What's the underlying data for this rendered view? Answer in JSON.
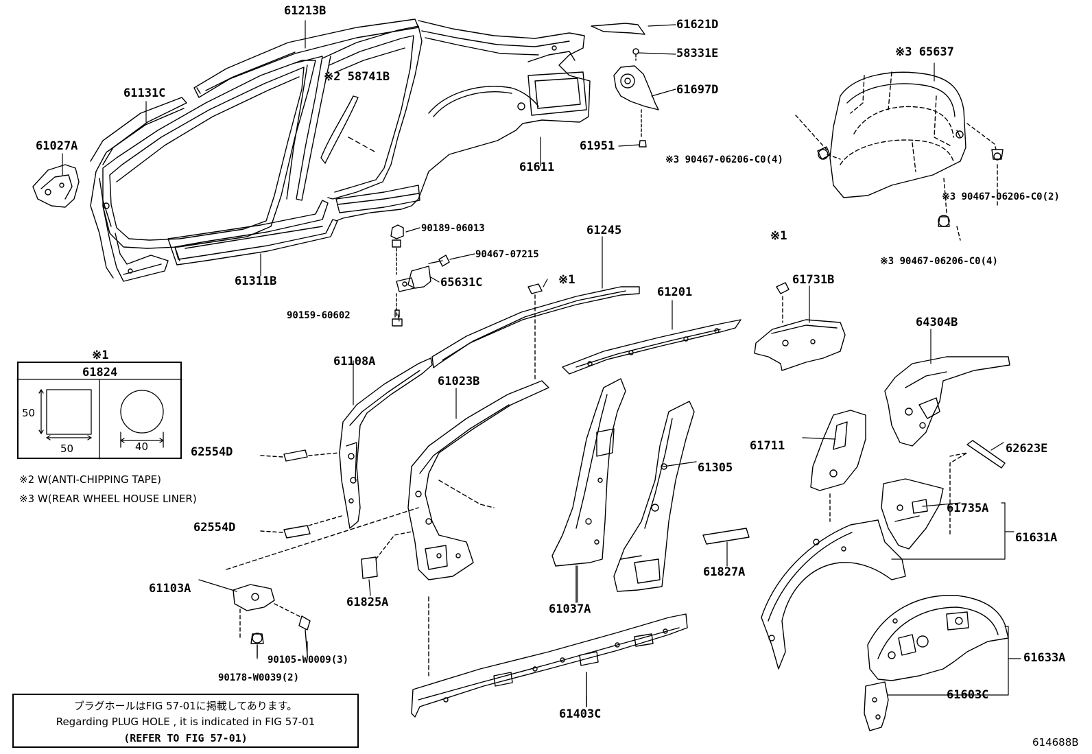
{
  "labels": {
    "p61213B": "61213B",
    "p61131C": "61131C",
    "p61027A": "61027A",
    "p58741B": "※2 58741B",
    "p61311B": "61311B",
    "p61611": "61611",
    "p61621D": "61621D",
    "p58331E": "58331E",
    "p61697D": "61697D",
    "p61951": "61951",
    "p65637": "※3 65637",
    "p90467_06206_4a": "※3 90467-06206-C0(4)",
    "p90467_06206_2": "※3 90467-06206-C0(2)",
    "p90467_06206_4b": "※3 90467-06206-C0(4)",
    "p90189": "90189-06013",
    "p90467_07215": "90467-07215",
    "p65631C": "65631C",
    "p90159": "90159-60602",
    "p61245": "61245",
    "pmark1a": "※1",
    "pmark1b": "※1",
    "p61201": "61201",
    "p61731B": "61731B",
    "p64304B": "64304B",
    "p61108A": "61108A",
    "p61023B": "61023B",
    "p62554D_a": "62554D",
    "p62554D_b": "62554D",
    "p61711": "61711",
    "p61305": "61305",
    "p62623E": "62623E",
    "p61735A": "61735A",
    "p61631A": "61631A",
    "p61827A": "61827A",
    "p61103A": "61103A",
    "p61825A": "61825A",
    "p61037A": "61037A",
    "p90105": "90105-W0009(3)",
    "p90178": "90178-W0039(2)",
    "p61403C": "61403C",
    "p61633A": "61633A",
    "p61603C": "61603C"
  },
  "legend_box": {
    "mark": "※1",
    "part": "61824",
    "dim_h": "50",
    "dim_w": "50",
    "dim_d": "40"
  },
  "notes": {
    "note2": "※2 W(ANTI-CHIPPING TAPE)",
    "note3": "※3 W(REAR WHEEL HOUSE LINER)"
  },
  "plug_hole": {
    "jp": "プラグホールはFIG 57-01に掲載してあります。",
    "en": "Regarding  PLUG  HOLE , it is indicated in FIG  57-01",
    "ref": "(REFER TO FIG 57-01)"
  },
  "figure_code": "614688B"
}
